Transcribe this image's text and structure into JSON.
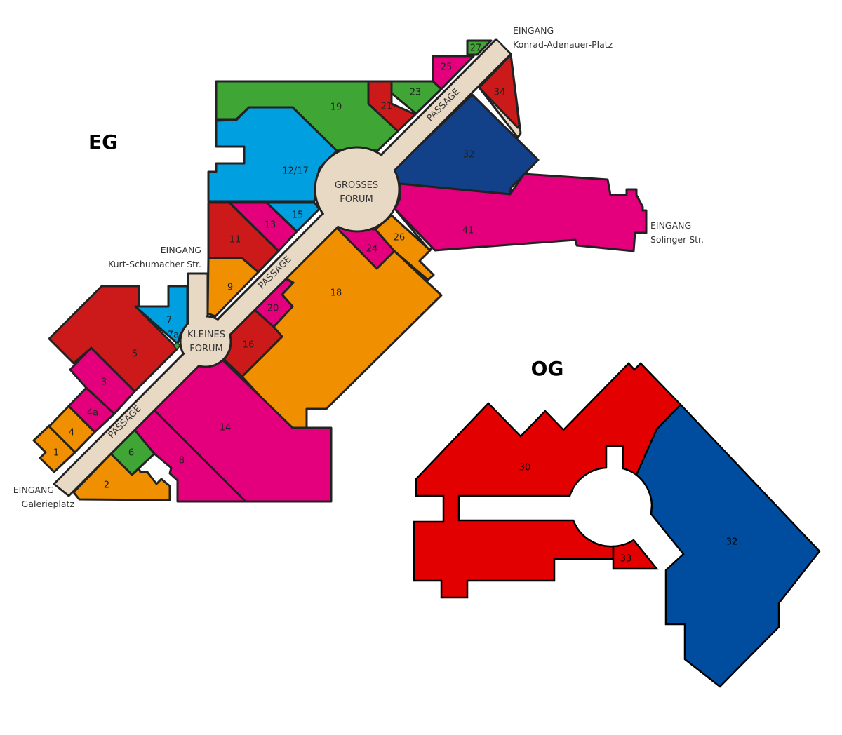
{
  "floors": {
    "eg": "EG",
    "og": "OG"
  },
  "colors": {
    "orange": "#f09000",
    "red": "#cc1a1a",
    "magenta": "#e4007c",
    "green": "#3fa535",
    "blue": "#009fe0",
    "navy": "#12418a",
    "passage": "#e8d9c5",
    "og_red": "#e30000",
    "og_blue": "#004c9e"
  },
  "forums": {
    "grosses": [
      "GROSSES",
      "FORUM"
    ],
    "kleines": [
      "KLEINES",
      "FORUM"
    ]
  },
  "passage_label": "PASSAGE",
  "entrances": {
    "konrad": [
      "EINGANG",
      "Konrad-Adenauer-Platz"
    ],
    "solinger": [
      "EINGANG",
      "Solinger Str."
    ],
    "kurt": [
      "EINGANG",
      "Kurt-Schumacher Str."
    ],
    "galerie": [
      "EINGANG",
      "Galerieplatz"
    ]
  },
  "eg_shops": {
    "s1": "1",
    "s2": "2",
    "s3": "3",
    "s4": "4",
    "s4a": "4a",
    "s5": "5",
    "s6": "6",
    "s7": "7",
    "s7a": "7a",
    "s8": "8",
    "s9": "9",
    "s11": "11",
    "s1217": "12/17",
    "s13": "13",
    "s14": "14",
    "s15": "15",
    "s16": "16",
    "s18": "18",
    "s19": "19",
    "s20": "20",
    "s21": "21",
    "s23": "23",
    "s24": "24",
    "s25": "25",
    "s26": "26",
    "s27": "27",
    "s32": "32",
    "s34": "34",
    "s41": "41"
  },
  "og_shops": {
    "s30": "30",
    "s32": "32",
    "s33": "33"
  }
}
